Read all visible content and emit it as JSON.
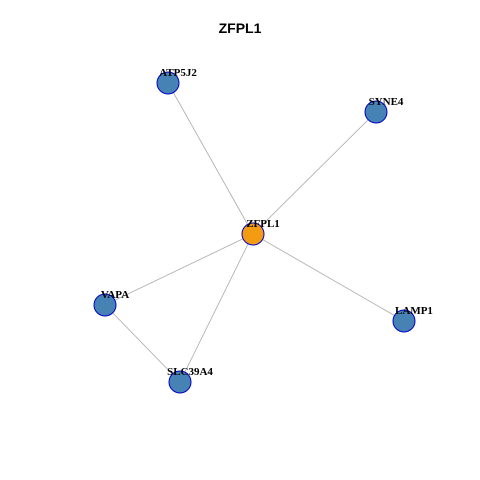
{
  "title": "ZFPL1",
  "colors": {
    "hub_fill": "#F39C12",
    "node_fill": "#4682B4",
    "node_stroke": "#0000CD",
    "edge": "#AAAAAA"
  },
  "nodes": [
    {
      "id": "ZFPL1",
      "label": "ZFPL1",
      "role": "hub"
    },
    {
      "id": "ATP5J2",
      "label": "ATP5J2",
      "role": "neighbor"
    },
    {
      "id": "SYNE4",
      "label": "SYNE4",
      "role": "neighbor"
    },
    {
      "id": "VAPA",
      "label": "VAPA",
      "role": "neighbor"
    },
    {
      "id": "LAMP1",
      "label": "LAMP1",
      "role": "neighbor"
    },
    {
      "id": "SLC39A4",
      "label": "SLC39A4",
      "role": "neighbor"
    }
  ],
  "edges": [
    {
      "source": "ZFPL1",
      "target": "ATP5J2"
    },
    {
      "source": "ZFPL1",
      "target": "SYNE4"
    },
    {
      "source": "ZFPL1",
      "target": "VAPA"
    },
    {
      "source": "ZFPL1",
      "target": "LAMP1"
    },
    {
      "source": "ZFPL1",
      "target": "SLC39A4"
    },
    {
      "source": "VAPA",
      "target": "SLC39A4"
    }
  ]
}
